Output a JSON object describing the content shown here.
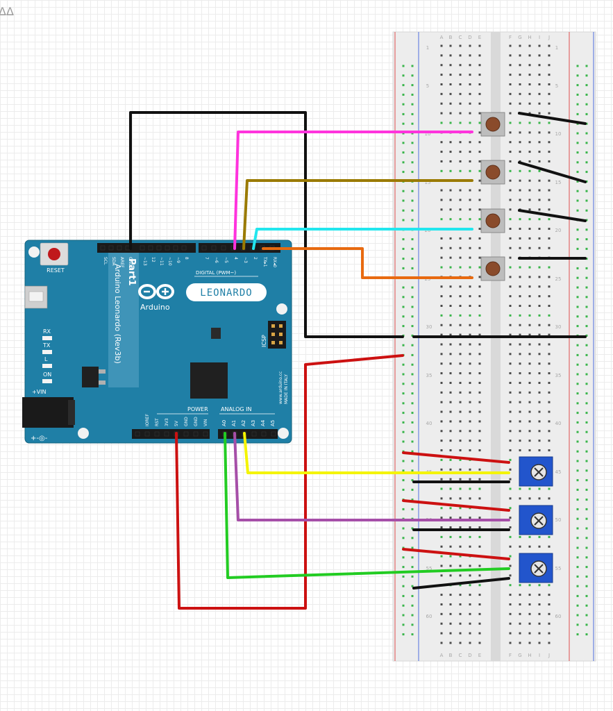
{
  "corner_mark": "ΔΔ",
  "arduino": {
    "part_label": "Part1",
    "model_label": "Arduino Leonardo (Rev3b)",
    "logo_text": "Arduino",
    "name_badge": "LEONARDO",
    "reset_label": "RESET",
    "digital_label": "DIGITAL (PWM~)",
    "power_label": "POWER",
    "analog_label": "ANALOG IN",
    "icsp_label": "ICSP",
    "vin_label": "+VIN",
    "polarity_label": "+-◎-",
    "website": "www.arduino.cc",
    "made_in": "MADE IN ITALY",
    "leds": [
      "RX",
      "TX",
      "L",
      "ON"
    ],
    "top_header_labels": [
      "SCL",
      "SDA",
      "AREF",
      "GND",
      "~13",
      "12",
      "~11",
      "~10",
      "~9",
      "8",
      "7",
      "~6",
      "~5",
      "4",
      "~3",
      "2",
      "TX▸1",
      "RX◂0"
    ],
    "power_pins": [
      "IOREF",
      "RST",
      "3V3",
      "5V",
      "GND",
      "GND",
      "VIN"
    ],
    "analog_pins": [
      "A0",
      "A1",
      "A2",
      "A3",
      "A4",
      "A5"
    ]
  },
  "breadboard": {
    "columns_left": [
      "A",
      "B",
      "C",
      "D",
      "E"
    ],
    "columns_right": [
      "F",
      "G",
      "H",
      "I",
      "J"
    ],
    "row_numbers": [
      "1",
      "5",
      "10",
      "15",
      "20",
      "25",
      "30",
      "35",
      "40",
      "45",
      "50",
      "55",
      "60"
    ]
  },
  "colors": {
    "board_blue": "#1f7fa6",
    "wire_black": "#111111",
    "wire_magenta": "#ff33dd",
    "wire_olive": "#9a7a00",
    "wire_cyan": "#22e6ee",
    "wire_orange": "#e86a10",
    "wire_red": "#cc1111",
    "wire_yellow": "#f4f400",
    "wire_purple": "#a64fa8",
    "wire_green": "#22cc22",
    "potentiometer_blue": "#2255cc"
  }
}
